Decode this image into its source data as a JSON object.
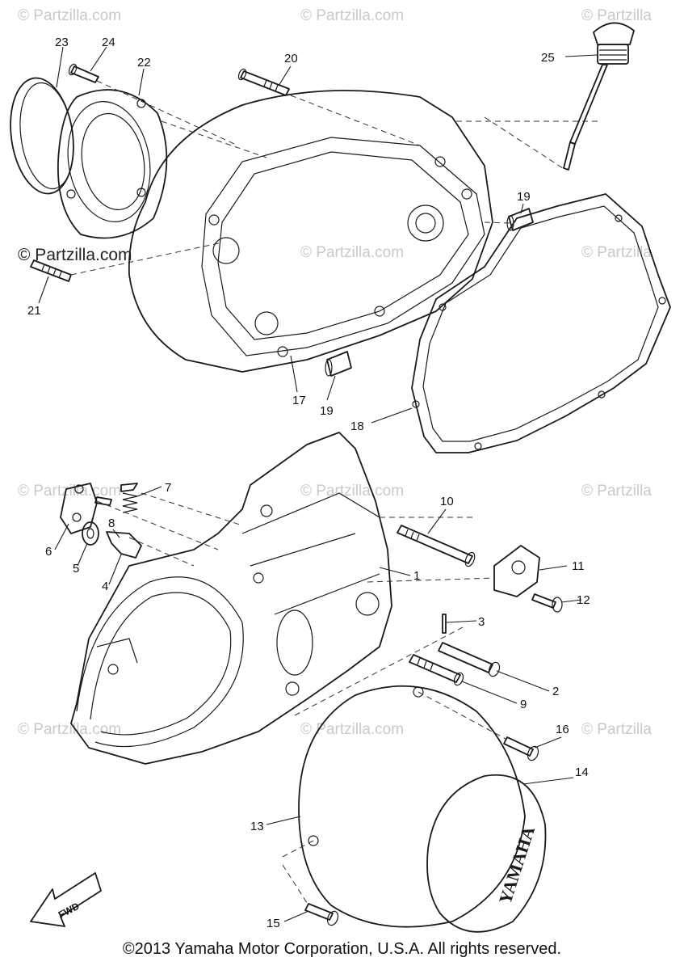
{
  "watermarks": [
    "© Partzilla.com",
    "© Partzilla.com",
    "© Partzilla",
    "© Partzilla.com",
    "© Partzilla.com",
    "© Partzilla",
    "© Partzilla.com",
    "© Partzilla.com",
    "© Partzilla",
    "© Partzilla.com",
    "© Partzilla.com",
    "© Partzilla"
  ],
  "brand_watermark": "© Partzilla.com",
  "callouts": {
    "c1": "1",
    "c2": "2",
    "c3": "3",
    "c4": "4",
    "c5": "5",
    "c6": "6",
    "c7": "7",
    "c8": "8",
    "c9": "9",
    "c10": "10",
    "c11": "11",
    "c12": "12",
    "c13": "13",
    "c14": "14",
    "c15": "15",
    "c16": "16",
    "c17": "17",
    "c18": "18",
    "c19a": "19",
    "c19b": "19",
    "c20": "20",
    "c21": "21",
    "c22": "22",
    "c23": "23",
    "c24": "24",
    "c25": "25"
  },
  "fwd_label": "FWD",
  "cover_emblem": "YAMAHA",
  "copyright": "©2013 Yamaha Motor Corporation, U.S.A. All rights reserved."
}
